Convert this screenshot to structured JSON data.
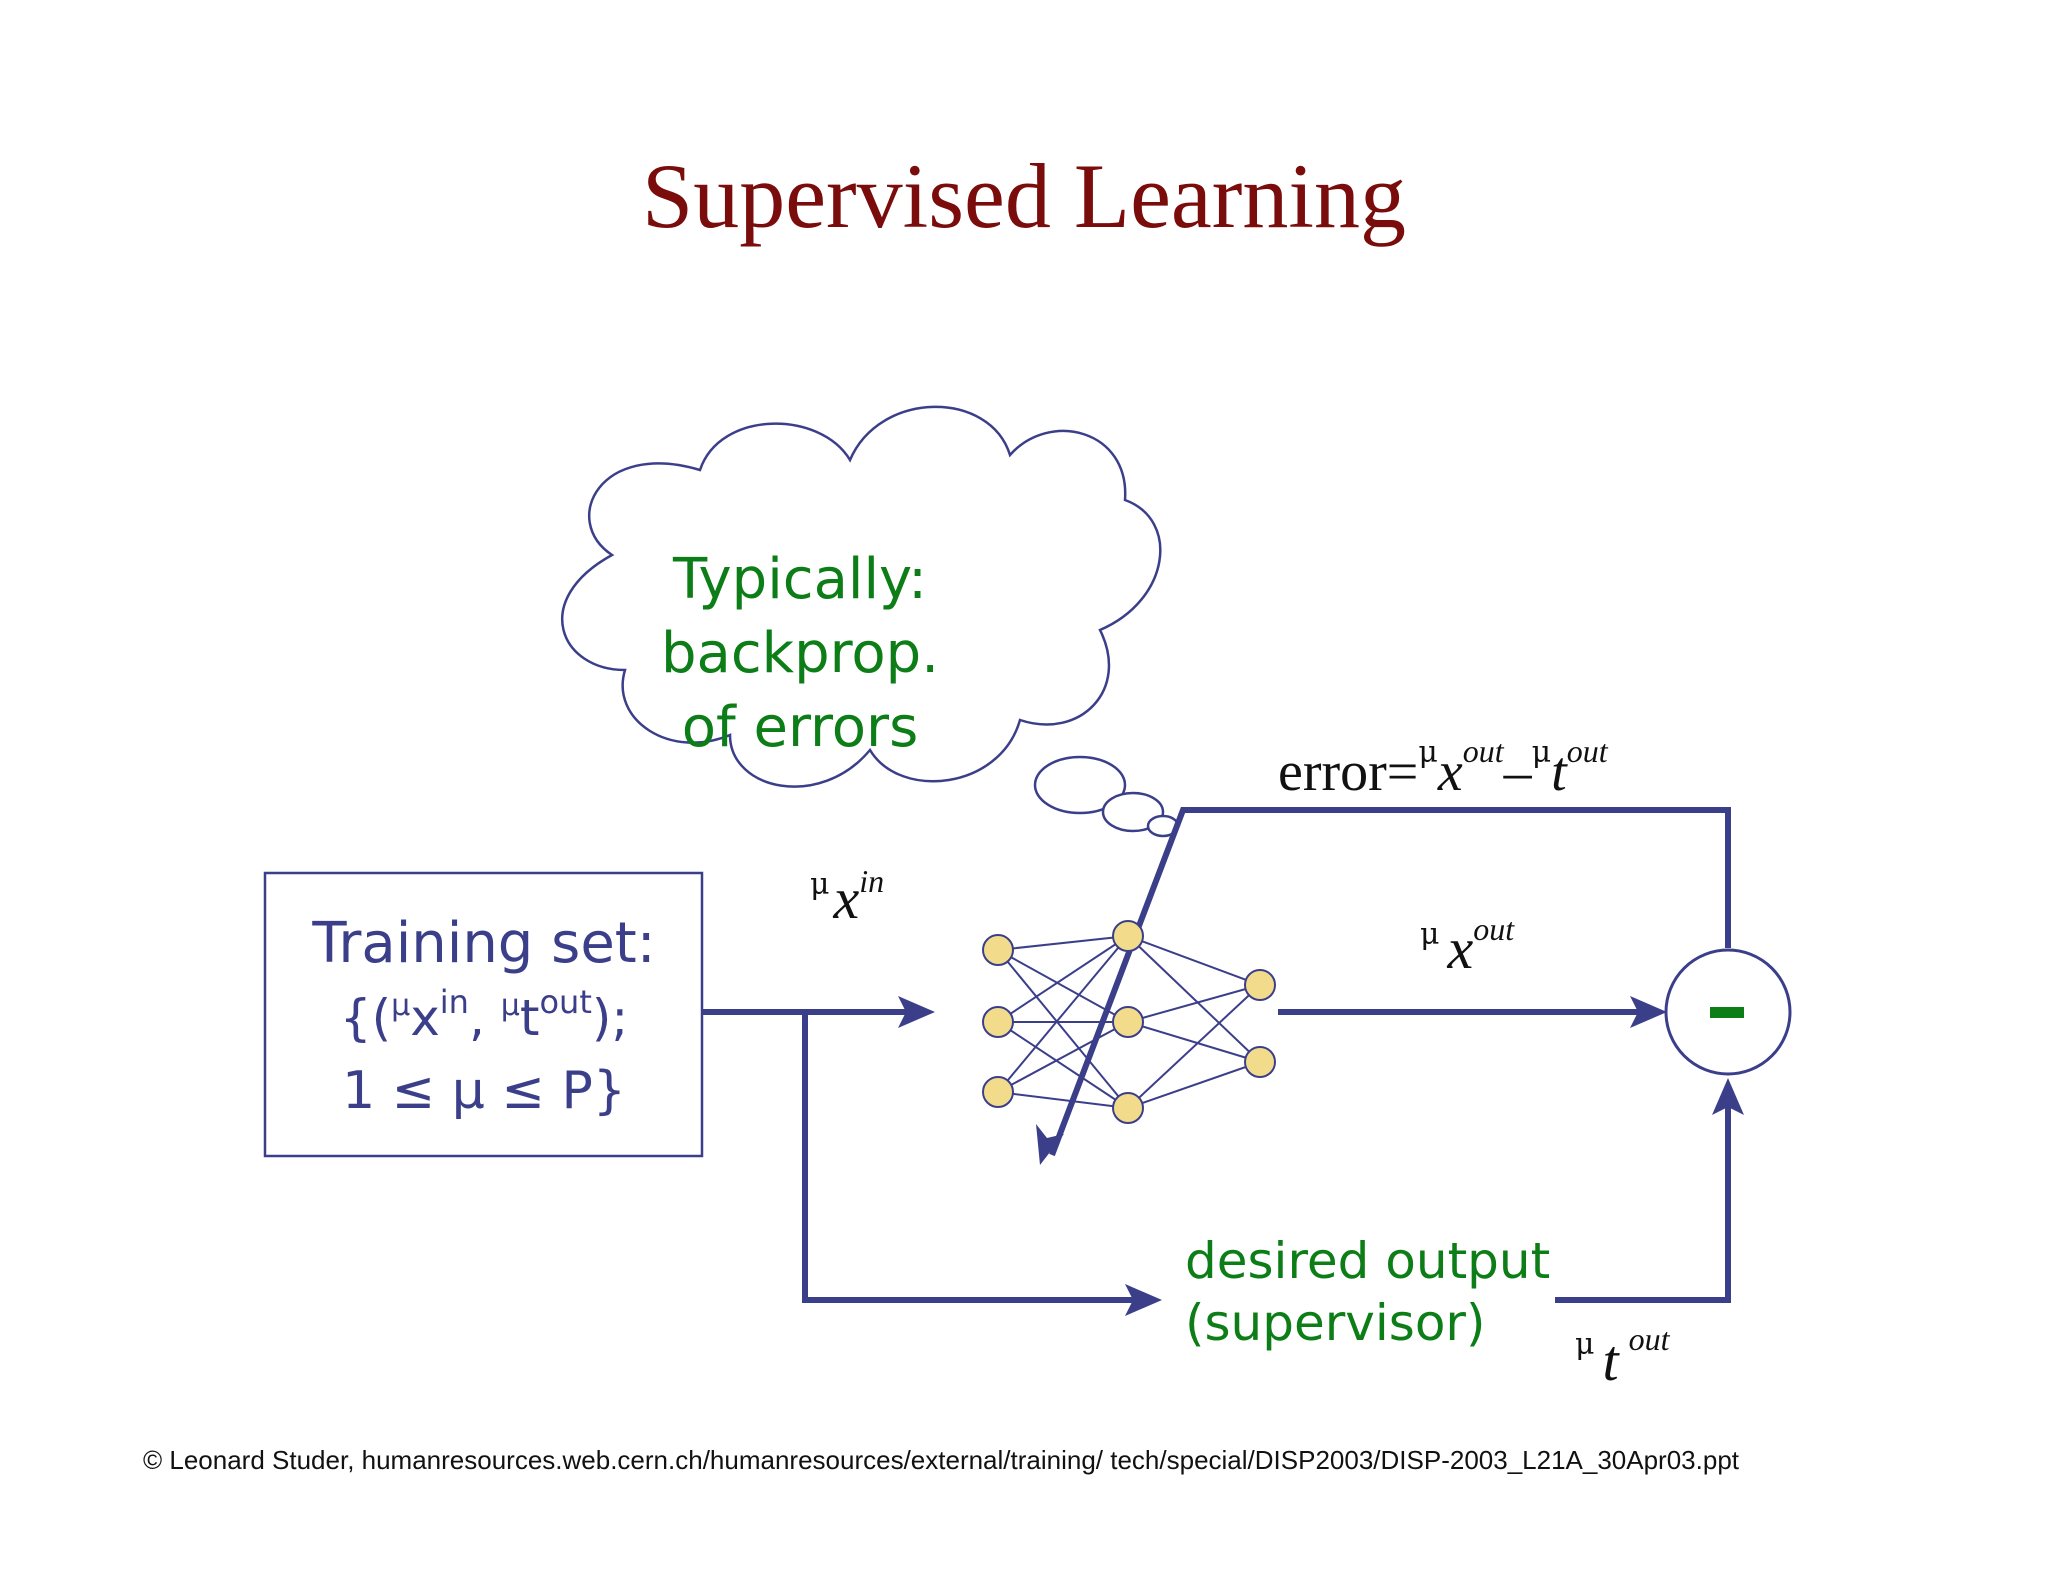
{
  "slide": {
    "title": "Supervised Learning",
    "footer": "© Leonard Studer, humanresources.web.cern.ch/humanresources/external/training/ tech/special/DISP2003/DISP-2003_L21A_30Apr03.ppt"
  },
  "thought_cloud": {
    "lines": [
      "Typically:",
      "backprop.",
      "of errors"
    ]
  },
  "training_set": {
    "line1": "Training set:",
    "line2_open": "{(",
    "line2_mu1": "μ",
    "line2_x": "x",
    "line2_in": "in",
    "line2_comma": ", ",
    "line2_mu2": "μ",
    "line2_t": "t",
    "line2_out": "out",
    "line2_close": ");",
    "line3": "1 ≤ μ ≤ P}"
  },
  "labels": {
    "x_in": {
      "mu": "μ",
      "var": "x",
      "sup": "in"
    },
    "x_out": {
      "mu": "μ",
      "var": "x",
      "sup": "out"
    },
    "t_out": {
      "mu": "μ",
      "var": "t",
      "sup": "out"
    },
    "error": {
      "prefix": "error=",
      "mu1": "μ",
      "var1": "x",
      "sup1": "out",
      "minus": "–",
      "mu2": "μ",
      "var2": "t",
      "sup2": "out"
    },
    "desired_output": [
      "desired output",
      "(supervisor)"
    ],
    "comparator_symbol": "-"
  },
  "colors": {
    "title": "#7a0c0c",
    "arrow": "#3b3f8a",
    "green_text": "#0d7d17",
    "node_fill": "#f2dc8c",
    "node_stroke": "#3b3f8a"
  },
  "network": {
    "layers": [
      3,
      3,
      2
    ]
  }
}
